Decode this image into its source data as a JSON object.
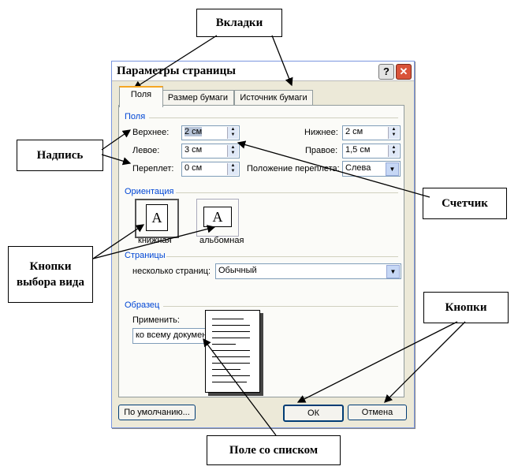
{
  "dialog": {
    "title": "Параметры страницы",
    "help": "?",
    "close": "✕"
  },
  "tabs": [
    {
      "label": "Поля"
    },
    {
      "label": "Размер бумаги"
    },
    {
      "label": "Источник бумаги"
    }
  ],
  "margins": {
    "group": "Поля",
    "top_label": "Верхнее:",
    "top_value": "2 см",
    "bottom_label": "Нижнее:",
    "bottom_value": "2 см",
    "left_label": "Левое:",
    "left_value": "3 см",
    "right_label": "Правое:",
    "right_value": "1,5 см",
    "gutter_label": "Переплет:",
    "gutter_value": "0 см",
    "gutter_pos_label": "Положение переплета:",
    "gutter_pos_value": "Слева"
  },
  "orientation": {
    "group": "Ориентация",
    "portrait": "книжная",
    "landscape": "альбомная",
    "glyph": "A"
  },
  "pages": {
    "group": "Страницы",
    "multi_label": "несколько страниц:",
    "multi_value": "Обычный"
  },
  "sample": {
    "group": "Образец",
    "apply_label": "Применить:",
    "apply_value": "ко всему документу"
  },
  "buttons": {
    "default": "По умолчанию...",
    "ok": "ОК",
    "cancel": "Отмена"
  },
  "callouts": {
    "tabs": "Вкладки",
    "label": "Надпись",
    "counter": "Счетчик",
    "view_buttons": "Кнопки выбора вида",
    "buttons": "Кнопки",
    "combo": "Поле со списком"
  }
}
